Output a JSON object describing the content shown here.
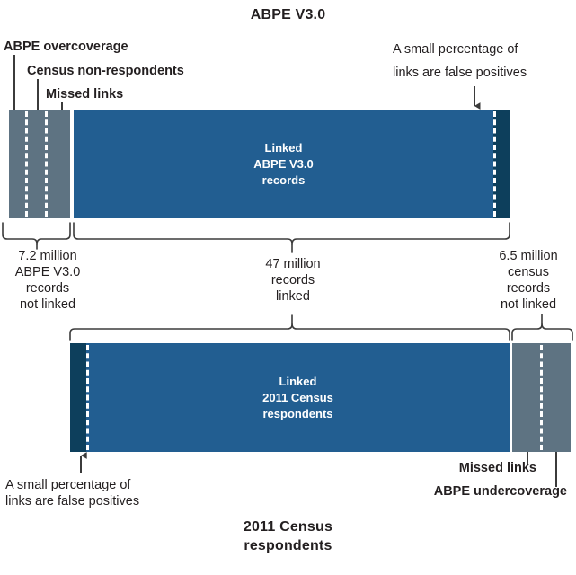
{
  "diagram": {
    "title_top": "ABPE V3.0",
    "title_bottom_line1": "2011 Census",
    "title_bottom_line2": "respondents",
    "colors": {
      "gray": "#5e7382",
      "blue": "#225e91",
      "navy": "#0d3f5c",
      "text": "#231f20",
      "line": "#3b3b3b"
    },
    "top_bar": {
      "callouts": [
        {
          "id": "abpe-overcoverage",
          "text": "ABPE overcoverage"
        },
        {
          "id": "census-non-respondents",
          "text": "Census non-respondents"
        },
        {
          "id": "missed-links",
          "text": "Missed links"
        }
      ],
      "arrow_callout_line1": "A small percentage of",
      "arrow_callout_line2": "links are false positives",
      "bar_label_line1": "Linked",
      "bar_label_line2": "ABPE V3.0",
      "bar_label_line3": "records"
    },
    "middle_labels": {
      "left": {
        "l1": "7.2 million",
        "l2": "ABPE V3.0",
        "l3": "records",
        "l4": "not linked"
      },
      "center": {
        "l1": "47 million",
        "l2": "records",
        "l3": "linked"
      },
      "right": {
        "l1": "6.5 million",
        "l2": "census",
        "l3": "records",
        "l4": "not linked"
      }
    },
    "bottom_bar": {
      "bar_label_line1": "Linked",
      "bar_label_line2": "2011 Census",
      "bar_label_line3": "respondents",
      "arrow_callout_line1": "A small percentage of",
      "arrow_callout_line2": "links are false positives",
      "callouts": [
        {
          "id": "missed-links",
          "text": "Missed links"
        },
        {
          "id": "abpe-undercoverage",
          "text": "ABPE undercoverage"
        }
      ]
    }
  }
}
